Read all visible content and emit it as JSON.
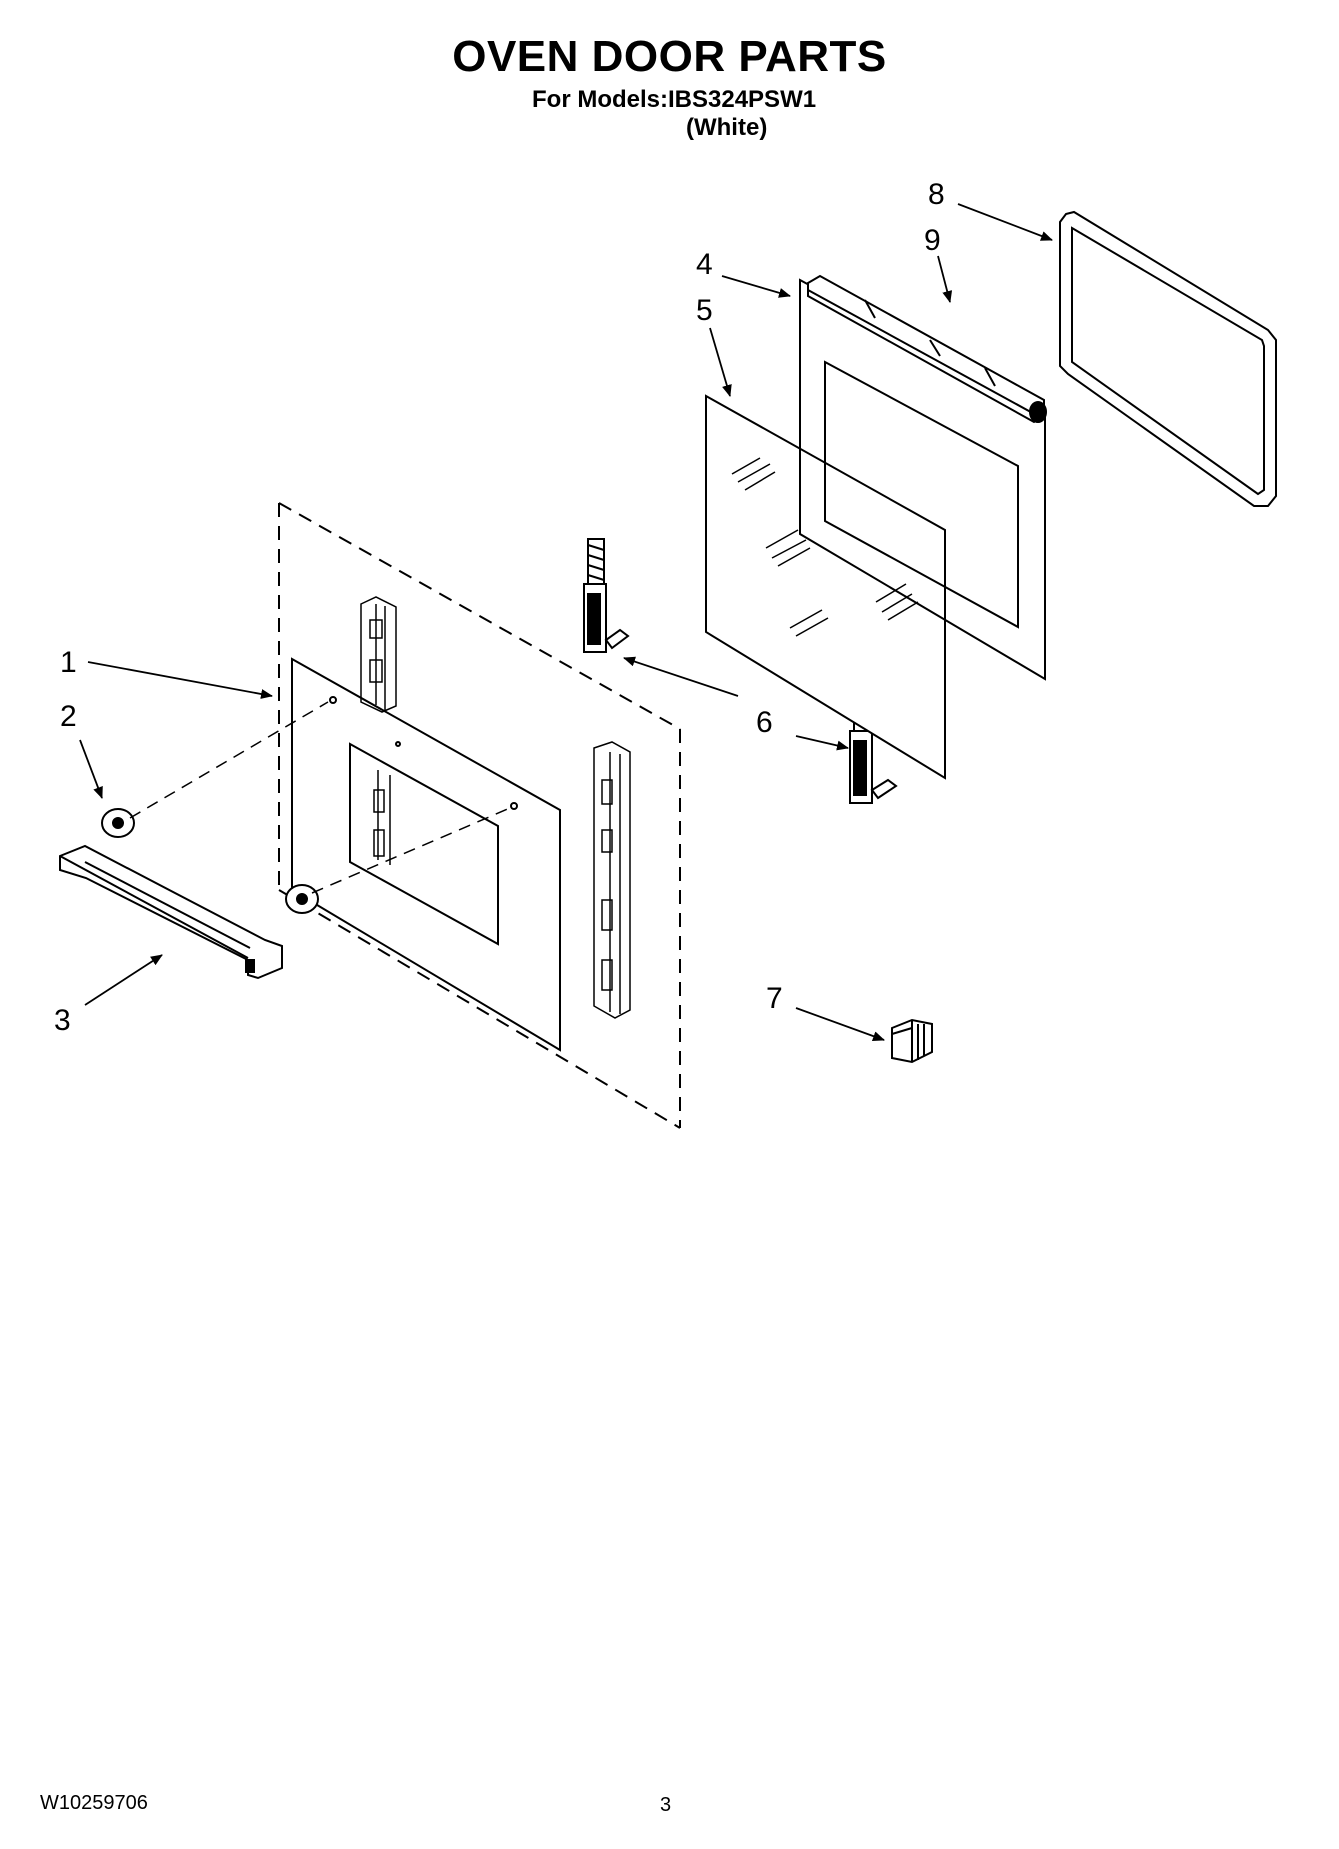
{
  "header": {
    "title": "OVEN DOOR PARTS",
    "models": "For Models:IBS324PSW1",
    "variant": "(White)"
  },
  "callouts": {
    "c1": "1",
    "c2": "2",
    "c3": "3",
    "c4": "4",
    "c5": "5",
    "c6": "6",
    "c7": "7",
    "c8": "8",
    "c9": "9"
  },
  "footer": {
    "doc_number": "W10259706",
    "page_number": "3"
  }
}
